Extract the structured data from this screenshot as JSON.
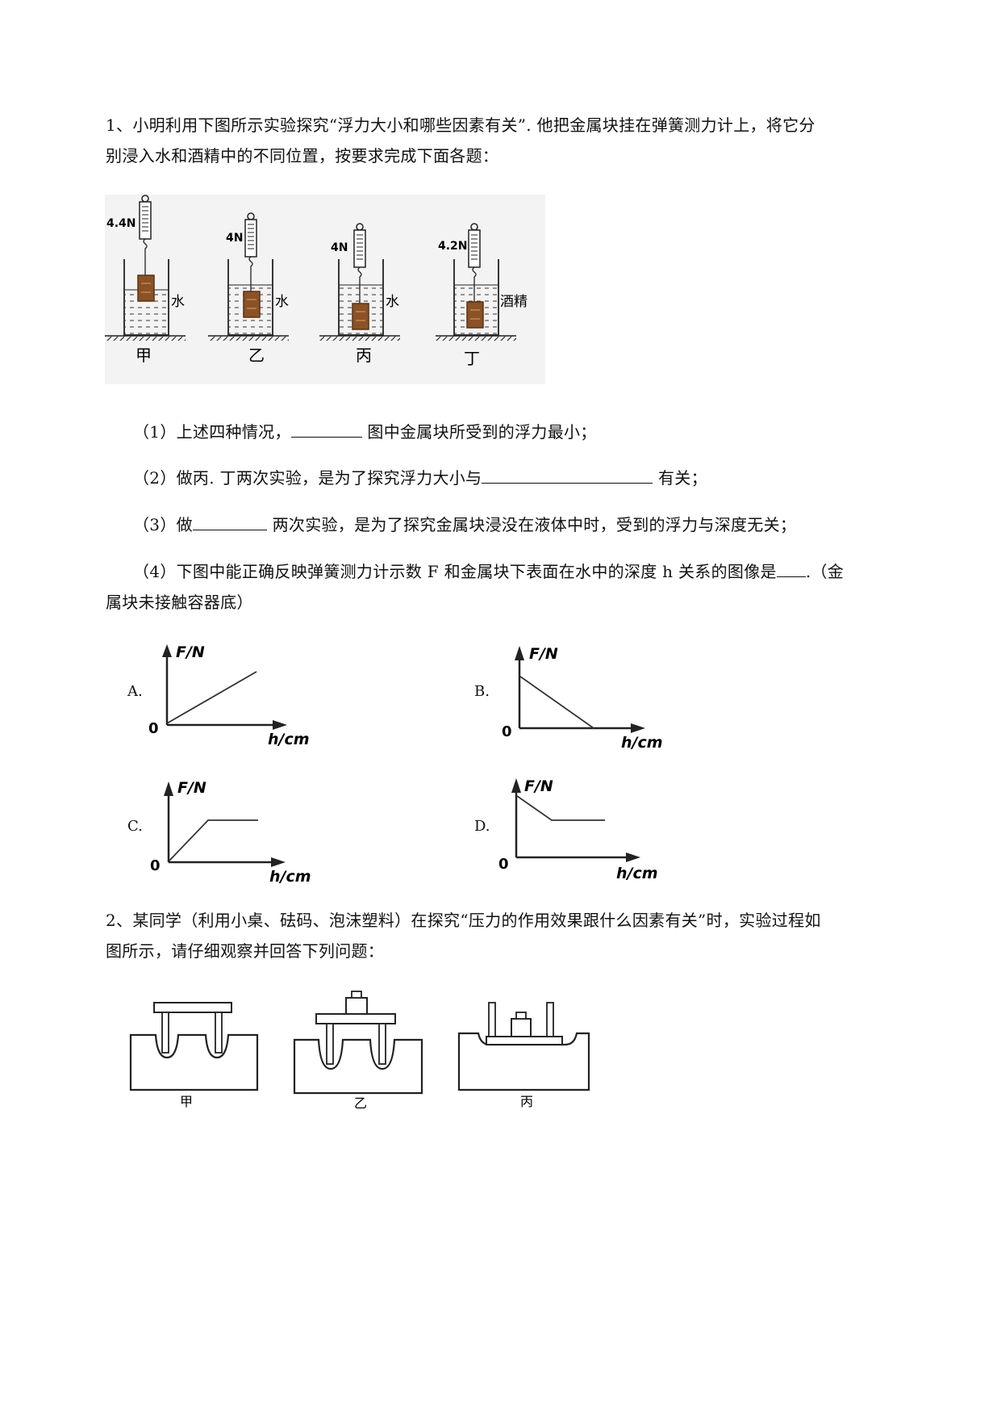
{
  "q1": {
    "line1": "1、小明利用下图所示实验探究“浮力大小和哪些因素有关”. 他把金属块挂在弹簧测力计上，将它分",
    "line2": "别浸入水和酒精中的不同位置，按要求完成下面各题：",
    "setups": [
      {
        "reading": "4.4N",
        "liquid": "水",
        "caption": "甲"
      },
      {
        "reading": "4N",
        "liquid": "水",
        "caption": "乙"
      },
      {
        "reading": "4N",
        "liquid": "水",
        "caption": "丙"
      },
      {
        "reading": "4.2N",
        "liquid": "酒精",
        "caption": "丁"
      }
    ],
    "sub1_a": "（1）上述四种情况，",
    "sub1_b": " 图中金属块所受到的浮力最小；",
    "sub2_a": "（2）做丙. 丁两次实验，是为了探究浮力大小与",
    "sub2_b": " 有关；",
    "sub3_a": "（3）做",
    "sub3_b": " 两次实验，是为了探究金属块浸没在液体中时，受到的浮力与深度无关；",
    "sub4_a": "（4）下图中能正确反映弹簧测力计示数 F 和金属块下表面在水中的深度 h 关系的图像是",
    "sub4_b": ".（金",
    "sub4_c": "属块未接触容器底）",
    "graphs": [
      {
        "option": "A.",
        "ylabel": "F/N",
        "xlabel": "h/cm",
        "origin": "0"
      },
      {
        "option": "B.",
        "ylabel": "F/N",
        "xlabel": "h/cm",
        "origin": "0"
      },
      {
        "option": "C.",
        "ylabel": "F/N",
        "xlabel": "h/cm",
        "origin": "0"
      },
      {
        "option": "D.",
        "ylabel": "F/N",
        "xlabel": "h/cm",
        "origin": "0"
      }
    ]
  },
  "q2": {
    "line1": "2、某同学（利用小桌、砝码、泡沫塑料）在探究“压力的作用效果跟什么因素有关”时，实验过程如",
    "line2": "图所示，请仔细观察并回答下列问题：",
    "captions": [
      "甲",
      "乙",
      "丙"
    ]
  },
  "colors": {
    "block": "#8a5226",
    "block_dark": "#5a3210",
    "figure_bg": "#f3f3f3"
  }
}
